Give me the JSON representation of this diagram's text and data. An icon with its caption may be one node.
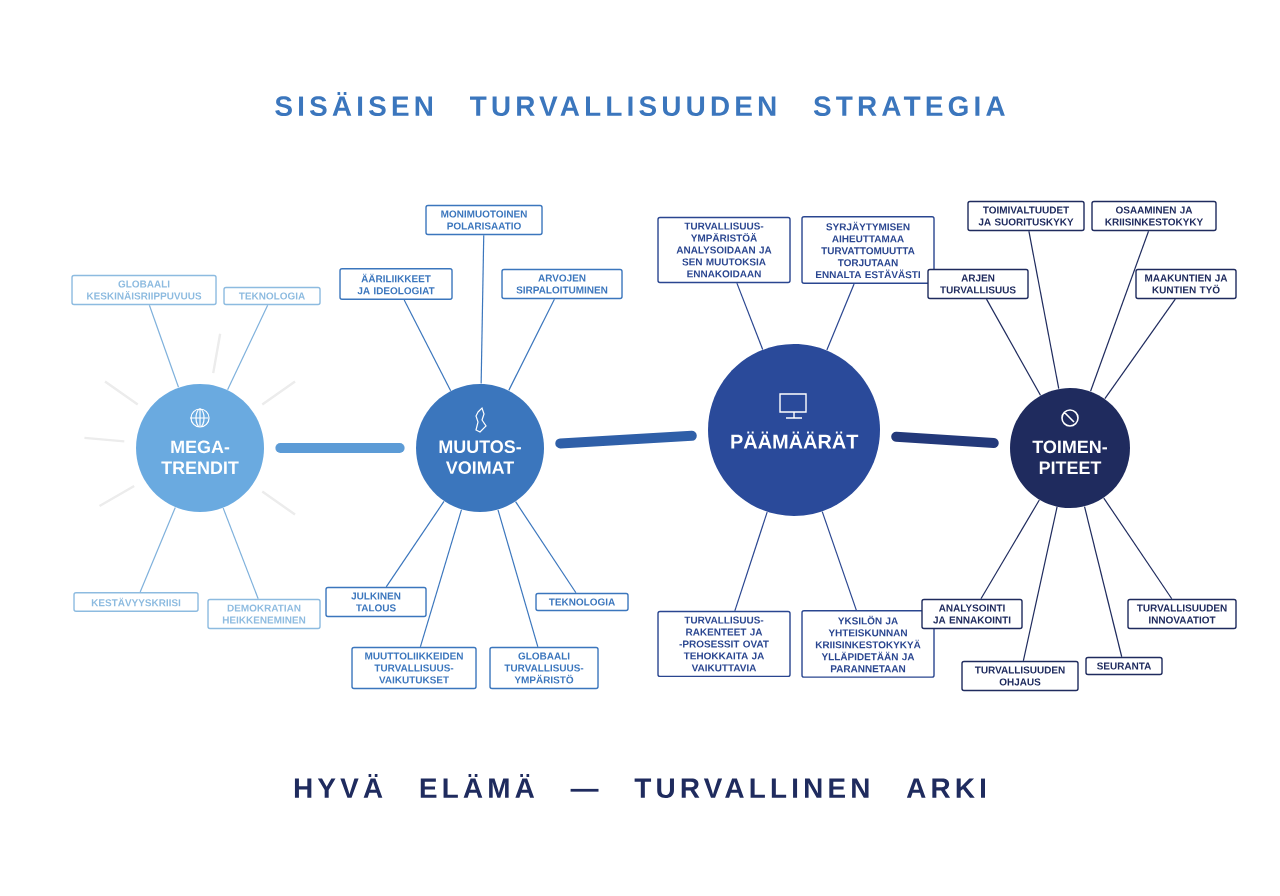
{
  "diagram": {
    "title": "SISÄISEN TURVALLISUUDEN STRATEGIA",
    "caption": "HYVÄ ELÄMÄ — TURVALLINEN ARKI",
    "nodes": [
      {
        "text": [
          "MEGA-TRENDIT"
        ]
      },
      {
        "text": [
          "GLOBAALI KESKINÄISRIIPPUVUUS"
        ]
      },
      {
        "text": [
          "TEKNOLOGIA"
        ]
      },
      {
        "text": [
          "KESTÄVYYSKRIISI"
        ]
      },
      {
        "text": [
          "DEMOKRATIAN HEIKKENEMINEN"
        ]
      },
      {
        "text": [
          "MUUTOS-VOIMAT"
        ]
      },
      {
        "text": [
          "MONIMUOTOINEN POLARISAATIO"
        ]
      },
      {
        "text": [
          "ÄÄRILIIKKEET JA IDEOLOGIAT"
        ]
      },
      {
        "text": [
          "ARVOJEN SIRPALOITUMINEN"
        ]
      },
      {
        "text": [
          "JULKINEN TALOUS"
        ]
      },
      {
        "text": [
          "TEKNOLOGIA"
        ]
      },
      {
        "text": [
          "MUUTTOLIIKKEIDEN TURVALLISUUS-VAIKUTUKSET"
        ]
      },
      {
        "text": [
          "GLOBAALI TURVALLISUUS-YMPÄRISTÖ"
        ]
      },
      {
        "text": [
          "PÄÄMÄÄRÄT"
        ]
      },
      {
        "text": [
          "TURVALLISUUS-YMPÄRISTÖÄ ANALYSOIDAAN JA SEN MUUTOKSIA ENNAKOIDAAN"
        ]
      },
      {
        "text": [
          "SYRJÄYTYMISEN AIHEUTTAMAA TURVATTOMUUTTA TORJUTAAN ENNALTA ESTÄVÄSTI"
        ]
      },
      {
        "text": [
          "TURVALLISUUS-RAKENTEET JA -PROSESSIT OVAT TEHOKKAITA JA VAIKUTTAVIA"
        ]
      },
      {
        "text": [
          "YKSILÖN JA YHTEISKUNNAN KRIISINKESTOKYKYÄ YLLÄPIDETÄÄN JA PARANNETAAN"
        ]
      },
      {
        "text": [
          "TOIMEN-PITEET"
        ]
      },
      {
        "text": [
          "TOIMIVALTUUDET JA SUORITUSKYKY"
        ]
      },
      {
        "text": [
          "OSAAMINEN JA KRIISINKESTOKYKY"
        ]
      },
      {
        "text": [
          "ARJEN TURVALLISUUS"
        ]
      },
      {
        "text": [
          "MAAKUNTIEN JA KUNTIEN TYÖ"
        ]
      },
      {
        "text": [
          "ANALYSOINTI JA ENNAKOINTI"
        ]
      },
      {
        "text": [
          "TURVALLISUUDEN INNOVAATIOT"
        ]
      },
      {
        "text": [
          "TURVALLISUUDEN OHJAUS"
        ]
      },
      {
        "text": [
          "SEURANTA"
        ]
      }
    ],
    "edges": [
      {
        "from": 0,
        "to": 5,
        "arrow": "none",
        "style": "thick",
        "color": "#5c9bd6"
      },
      {
        "from": 5,
        "to": 13,
        "arrow": "none",
        "style": "thick",
        "color": "#2f5fa8"
      },
      {
        "from": 13,
        "to": 18,
        "arrow": "none",
        "style": "thick",
        "color": "#23397a"
      },
      {
        "from": 0,
        "to": 1,
        "arrow": "none",
        "color": "#7fb1dc"
      },
      {
        "from": 0,
        "to": 2,
        "arrow": "none",
        "color": "#7fb1dc"
      },
      {
        "from": 0,
        "to": 3,
        "arrow": "none",
        "color": "#7fb1dc"
      },
      {
        "from": 0,
        "to": 4,
        "arrow": "none",
        "color": "#7fb1dc"
      },
      {
        "from": 5,
        "to": 6,
        "arrow": "none",
        "color": "#3b76bd"
      },
      {
        "from": 5,
        "to": 7,
        "arrow": "none",
        "color": "#3b76bd"
      },
      {
        "from": 5,
        "to": 8,
        "arrow": "none",
        "color": "#3b76bd"
      },
      {
        "from": 5,
        "to": 9,
        "arrow": "none",
        "color": "#3b76bd"
      },
      {
        "from": 5,
        "to": 10,
        "arrow": "none",
        "color": "#3b76bd"
      },
      {
        "from": 5,
        "to": 11,
        "arrow": "none",
        "color": "#3b76bd"
      },
      {
        "from": 5,
        "to": 12,
        "arrow": "none",
        "color": "#3b76bd"
      },
      {
        "from": 13,
        "to": 14,
        "arrow": "none",
        "color": "#2a4690"
      },
      {
        "from": 13,
        "to": 15,
        "arrow": "none",
        "color": "#2a4690"
      },
      {
        "from": 13,
        "to": 16,
        "arrow": "none",
        "color": "#2a4690"
      },
      {
        "from": 13,
        "to": 17,
        "arrow": "none",
        "color": "#2a4690"
      },
      {
        "from": 18,
        "to": 19,
        "arrow": "none",
        "color": "#1f2b5e"
      },
      {
        "from": 18,
        "to": 20,
        "arrow": "none",
        "color": "#1f2b5e"
      },
      {
        "from": 18,
        "to": 21,
        "arrow": "none",
        "color": "#1f2b5e"
      },
      {
        "from": 18,
        "to": 22,
        "arrow": "none",
        "color": "#1f2b5e"
      },
      {
        "from": 18,
        "to": 23,
        "arrow": "none",
        "color": "#1f2b5e"
      },
      {
        "from": 18,
        "to": 24,
        "arrow": "none",
        "color": "#1f2b5e"
      },
      {
        "from": 18,
        "to": 25,
        "arrow": "none",
        "color": "#1f2b5e"
      },
      {
        "from": 18,
        "to": 26,
        "arrow": "none",
        "color": "#1f2b5e"
      }
    ]
  }
}
